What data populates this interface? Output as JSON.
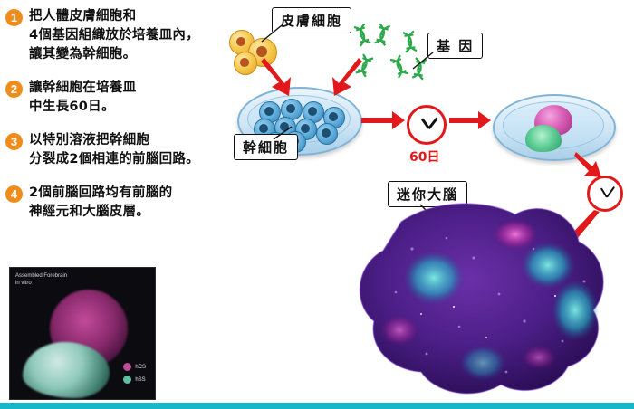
{
  "steps": [
    {
      "num": "1",
      "text": "把人體皮膚細胞和\n4個基因組織放於培養皿內，\n讓其變為幹細胞。"
    },
    {
      "num": "2",
      "text": "讓幹細胞在培養皿\n中生長60日。"
    },
    {
      "num": "3",
      "text": "以特別溶液把幹細胞\n分裂成2個相連的前腦回路。"
    },
    {
      "num": "4",
      "text": "2個前腦回路均有前腦的\n神經元和大腦皮層。"
    }
  ],
  "callouts": {
    "skin_cells": "皮膚細胞",
    "genes": "基 因",
    "stem_cells": "幹細胞",
    "mini_brain": "迷你大腦"
  },
  "labels": {
    "days": "60日"
  },
  "photo": {
    "caption_line1": "Assembled Forebrain",
    "caption_line2": "in vitro",
    "legend": [
      {
        "label": "hCS",
        "color": "#c14a9a"
      },
      {
        "label": "hSS",
        "color": "#5fbfa3"
      }
    ]
  },
  "colors": {
    "step_badge": "#f08c1a",
    "arrow_red": "#e2181a",
    "dna_green": "#2aa84a",
    "dish_blue": "#a9cfe8",
    "bottom_bar": "#15b7c9"
  }
}
